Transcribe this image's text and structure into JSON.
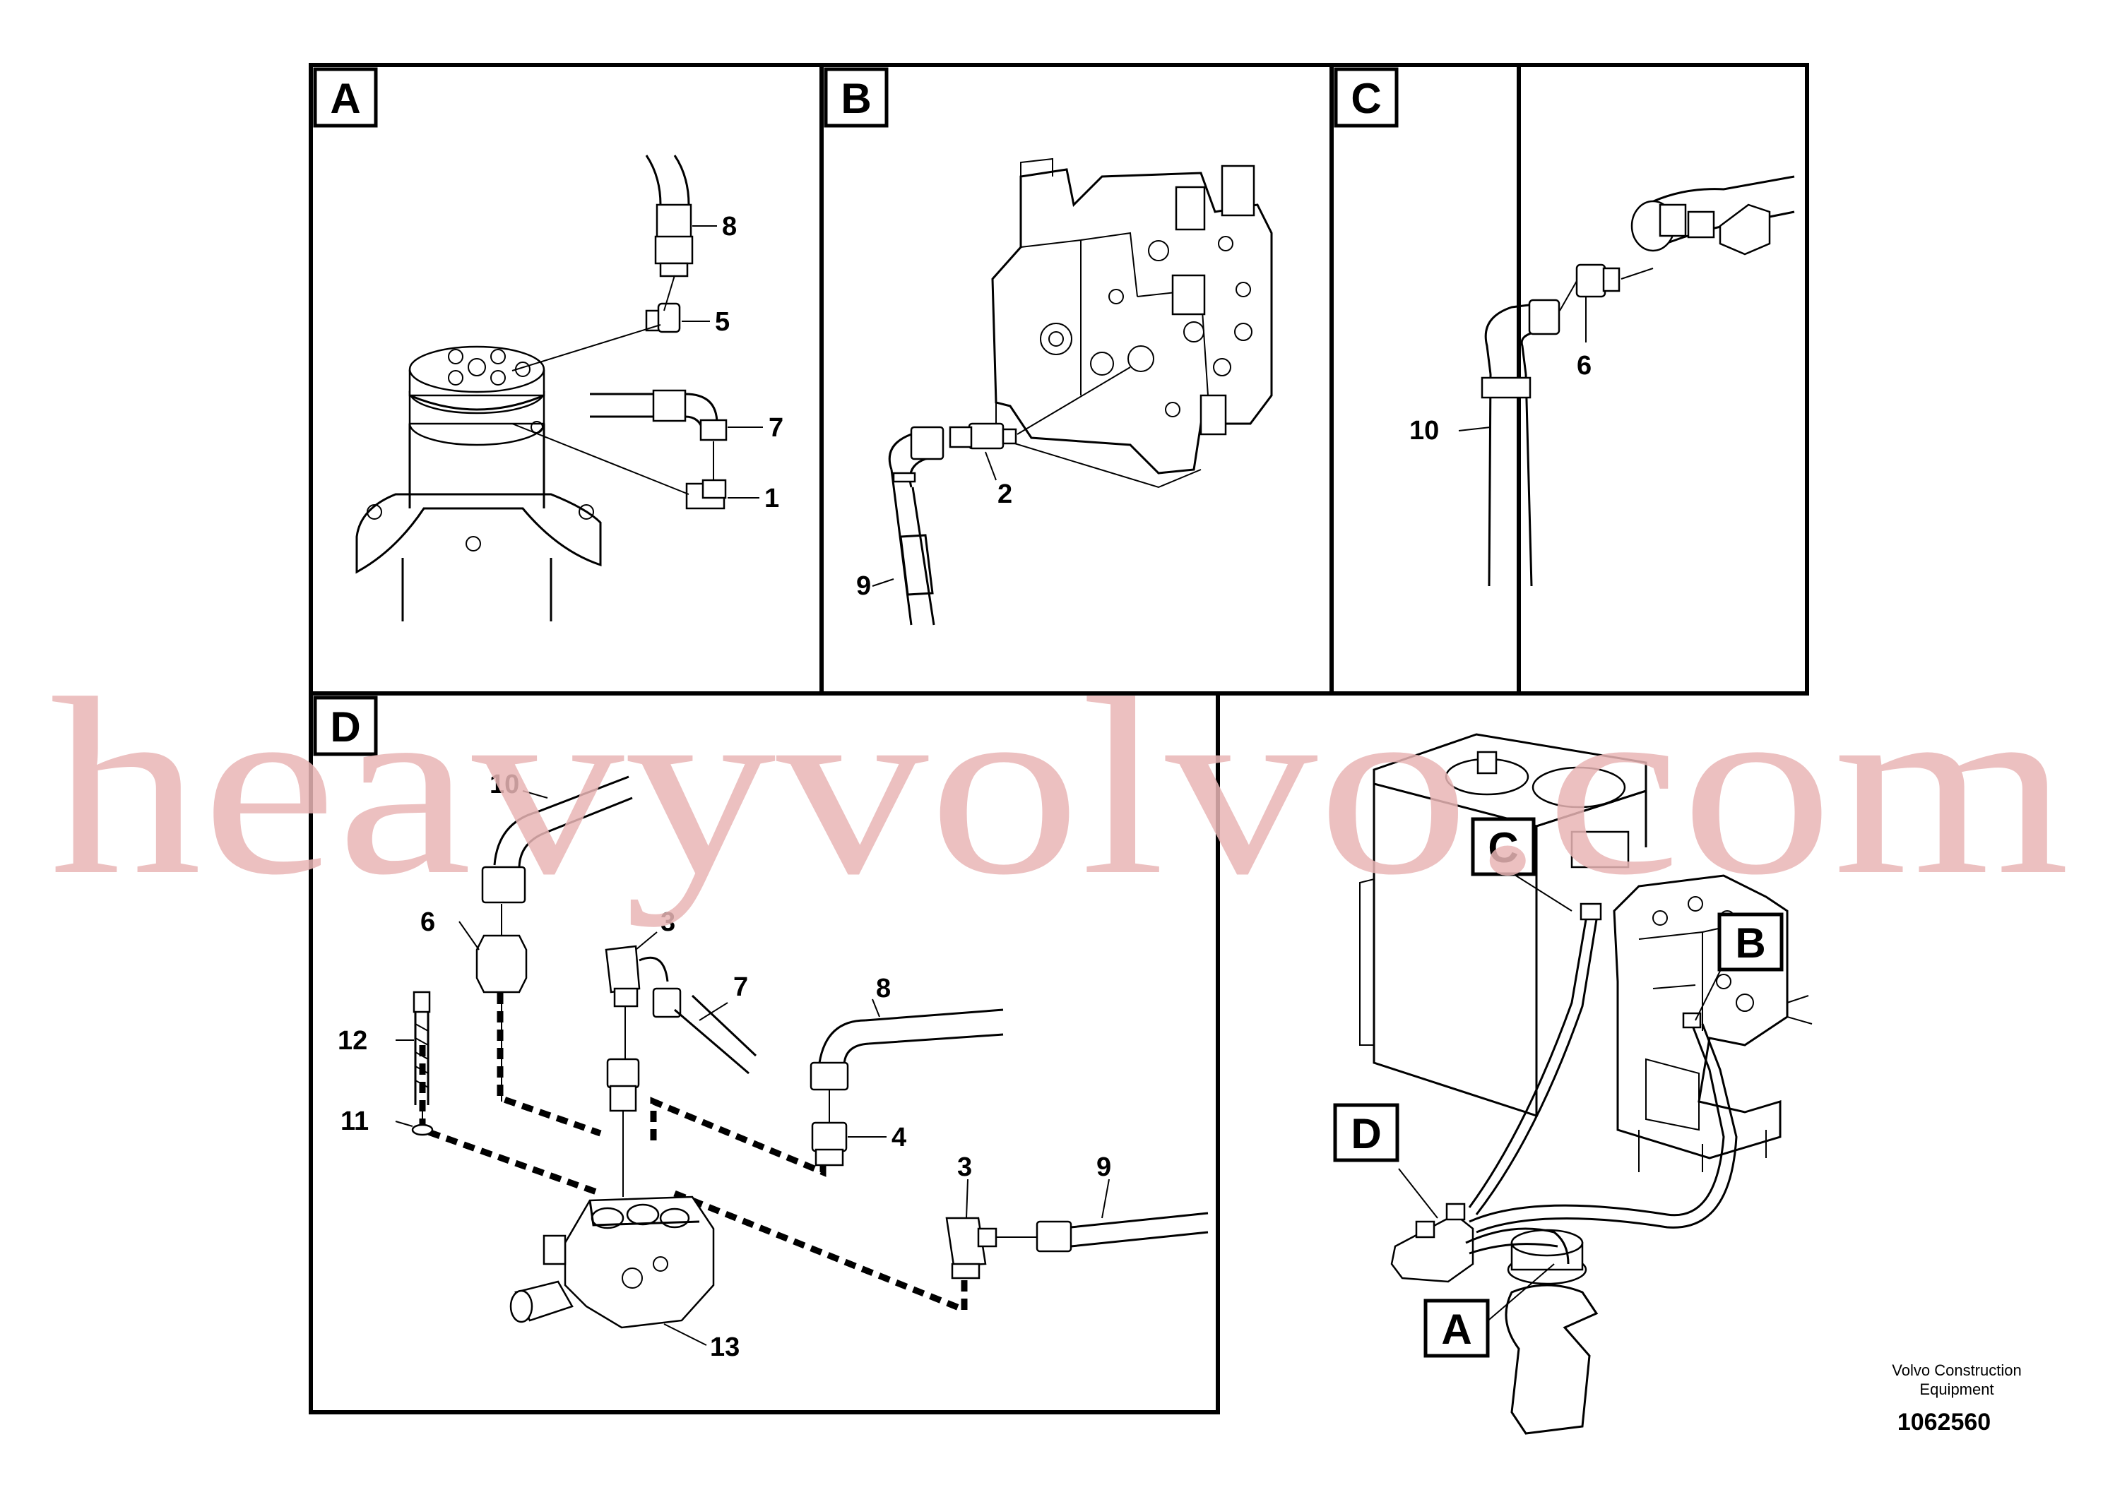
{
  "panels": {
    "a": {
      "letter": "A"
    },
    "b": {
      "letter": "B"
    },
    "c": {
      "letter": "C"
    },
    "d": {
      "letter": "D"
    }
  },
  "callouts": {
    "a_1": "1",
    "a_5": "5",
    "a_7": "7",
    "a_8": "8",
    "b_2": "2",
    "b_9": "9",
    "c_6": "6",
    "c_10": "10",
    "d_3a": "3",
    "d_3b": "3",
    "d_4": "4",
    "d_6": "6",
    "d_7": "7",
    "d_8": "8",
    "d_9": "9",
    "d_10": "10",
    "d_11": "11",
    "d_12": "12",
    "d_13": "13"
  },
  "overview_labels": {
    "a": "A",
    "b": "B",
    "c": "C",
    "d": "D"
  },
  "watermark": "heavyvolvo.com",
  "footer": {
    "company_line1": "Volvo Construction",
    "company_line2": "Equipment",
    "drawing_number": "1062560"
  }
}
